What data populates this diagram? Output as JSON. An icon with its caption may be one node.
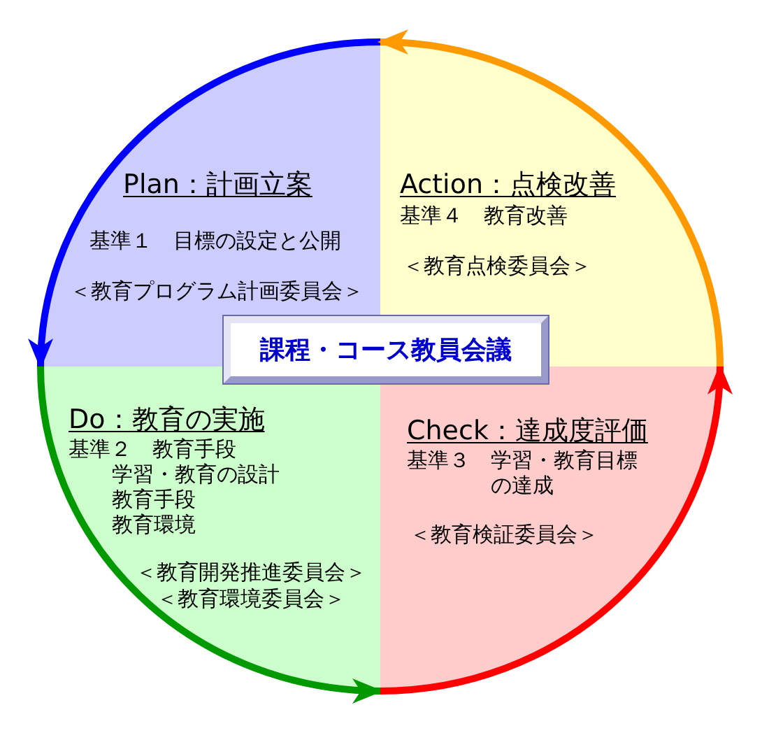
{
  "diagram": {
    "nodes": [
      {
        "text": [
          "Plan：計画立案",
          "基準１　目標の設定と公開",
          "＜教育プログラム計画委員会＞"
        ]
      },
      {
        "text": [
          "Action：点検改善",
          "基準４　教育改善",
          "＜教育点検委員会＞"
        ]
      },
      {
        "text": [
          "Do：教育の実施",
          "基準２　教育手段",
          "学習・教育の設計",
          "教育手段",
          "教育環境",
          "＜教育開発推進委員会＞",
          "＜教育環境委員会＞"
        ]
      },
      {
        "text": [
          "Check：達成度評価",
          "基準３　学習・教育目標の達成",
          "＜教育検証委員会＞"
        ]
      },
      {
        "text": [
          "課程・コース教員会議"
        ]
      }
    ],
    "edges": [
      {
        "from": 0,
        "to": 2,
        "arrow": "to",
        "color": "#0000ff"
      },
      {
        "from": 2,
        "to": 3,
        "arrow": "to",
        "color": "#009900"
      },
      {
        "from": 3,
        "to": 1,
        "arrow": "to",
        "color": "#ff0000"
      },
      {
        "from": 1,
        "to": 0,
        "arrow": "to",
        "color": "#ff9900"
      }
    ]
  }
}
